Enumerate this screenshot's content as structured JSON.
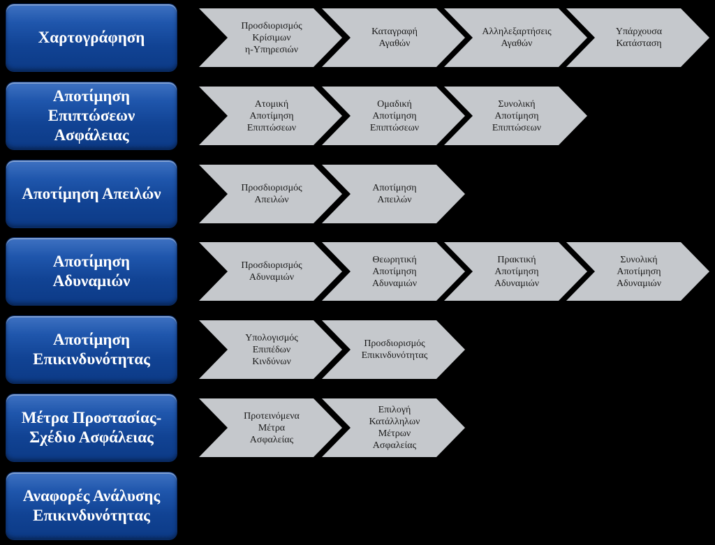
{
  "phases": [
    {
      "label": "Χαρτογράφηση",
      "steps": [
        "Προσδιορισμός\nΚρίσιμων\nη-Υπηρεσιών",
        "Καταγραφή\nΑγαθών",
        "Αλληλεξαρτήσεις\nΑγαθών",
        "Υπάρχουσα\nΚατάσταση"
      ]
    },
    {
      "label": "Αποτίμηση\nΕπιπτώσεων\nΑσφάλειας",
      "steps": [
        "Ατομική\nΑποτίμηση\nΕπιπτώσεων",
        "Ομαδική\nΑποτίμηση\nΕπιπτώσεων",
        "Συνολική\nΑποτίμηση\nΕπιπτώσεων"
      ]
    },
    {
      "label": "Αποτίμηση Απειλών",
      "steps": [
        "Προσδιορισμός\nΑπειλών",
        "Αποτίμηση\nΑπειλών"
      ]
    },
    {
      "label": "Αποτίμηση\nΑδυναμιών",
      "steps": [
        "Προσδιορισμός\nΑδυναμιών",
        "Θεωρητική\nΑποτίμηση\nΑδυναμιών",
        "Πρακτική\nΑποτίμηση\nΑδυναμιών",
        "Συνολική\nΑποτίμηση\nΑδυναμιών"
      ]
    },
    {
      "label": "Αποτίμηση\nΕπικινδυνότητας",
      "steps": [
        "Υπολογισμός\nΕπιπέδων\nΚινδύνων",
        "Προσδιορισμός\nΕπικινδυνότητας"
      ]
    },
    {
      "label": "Μέτρα Προστασίας-\nΣχέδιο Ασφάλειας",
      "steps": [
        "Προτεινόμενα\nΜέτρα\nΑσφαλείας",
        "Επιλογή\nΚατάλληλων\nΜέτρων\nΑσφαλείας"
      ]
    },
    {
      "label": "Αναφορές Ανάλυσης\nΕπικινδυνότητας",
      "steps": []
    }
  ],
  "colors": {
    "background": "#000000",
    "phase_fill": "#1a4fa3",
    "step_fill": "#c5c8cc",
    "step_text": "#1a1a1a",
    "phase_text": "#ffffff"
  }
}
